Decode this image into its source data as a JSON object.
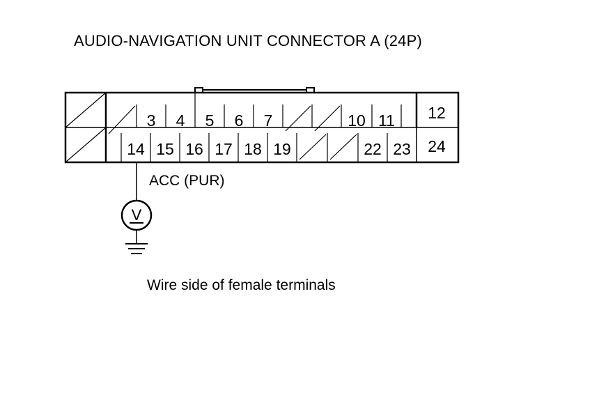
{
  "title": "AUDIO-NAVIGATION UNIT CONNECTOR A (24P)",
  "caption": "Wire side of female terminals",
  "wire_label": "ACC (PUR)",
  "voltmeter_symbol": "V",
  "terminals": {
    "t3": "3",
    "t4": "4",
    "t5": "5",
    "t6": "6",
    "t7": "7",
    "t10": "10",
    "t11": "11",
    "t12": "12",
    "t14": "14",
    "t15": "15",
    "t16": "16",
    "t17": "17",
    "t18": "18",
    "t19": "19",
    "t22": "22",
    "t23": "23",
    "t24": "24"
  },
  "icons": {
    "voltmeter": "voltmeter-icon",
    "ground": "ground-icon"
  }
}
